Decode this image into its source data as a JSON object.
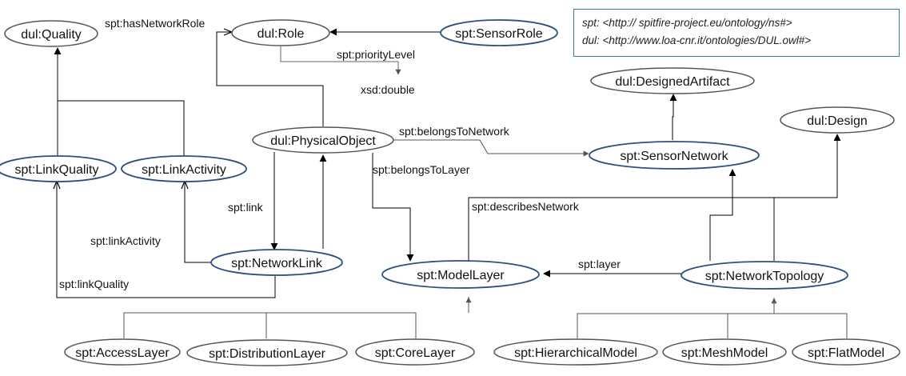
{
  "namespaces": {
    "spt": "spt: <http:// spitfire-project.eu/ontology/ns#>",
    "dul": "dul: <http://www.loa-cnr.it/ontologies/DUL.owl#>"
  },
  "nodes": {
    "dul_quality": "dul:Quality",
    "dul_role": "dul:Role",
    "spt_sensor_role": "spt:SensorRole",
    "xsd_double": "xsd:double",
    "dul_designed_artifact": "dul:DesignedArtifact",
    "dul_design": "dul:Design",
    "dul_physical_object": "dul:PhysicalObject",
    "spt_sensor_network": "spt:SensorNetwork",
    "spt_link_quality": "spt:LinkQuality",
    "spt_link_activity": "spt:LinkActivity",
    "spt_network_link": "spt:NetworkLink",
    "spt_model_layer": "spt:ModelLayer",
    "spt_network_topology": "spt:NetworkTopology",
    "spt_access_layer": "spt:AccessLayer",
    "spt_distribution_layer": "spt:DistributionLayer",
    "spt_core_layer": "spt:CoreLayer",
    "spt_hierarchical_model": "spt:HierarchicalModel",
    "spt_mesh_model": "spt:MeshModel",
    "spt_flat_model": "spt:FlatModel"
  },
  "edges": {
    "has_network_role": "spt:hasNetworkRole",
    "priority_level": "spt:priorityLevel",
    "belongs_to_network": "spt:belongsToNetwork",
    "belongs_to_layer": "spt:belongsToLayer",
    "link": "spt:link",
    "link_activity": "spt:linkActivity",
    "link_quality": "spt:linkQuality",
    "describes_network": "spt:describesNetwork",
    "layer": "spt:layer"
  },
  "colors": {
    "spt_border": "#2f4f7f",
    "dul_border": "#555555",
    "edge": "#000000",
    "subclass_arrow": "#555555"
  }
}
